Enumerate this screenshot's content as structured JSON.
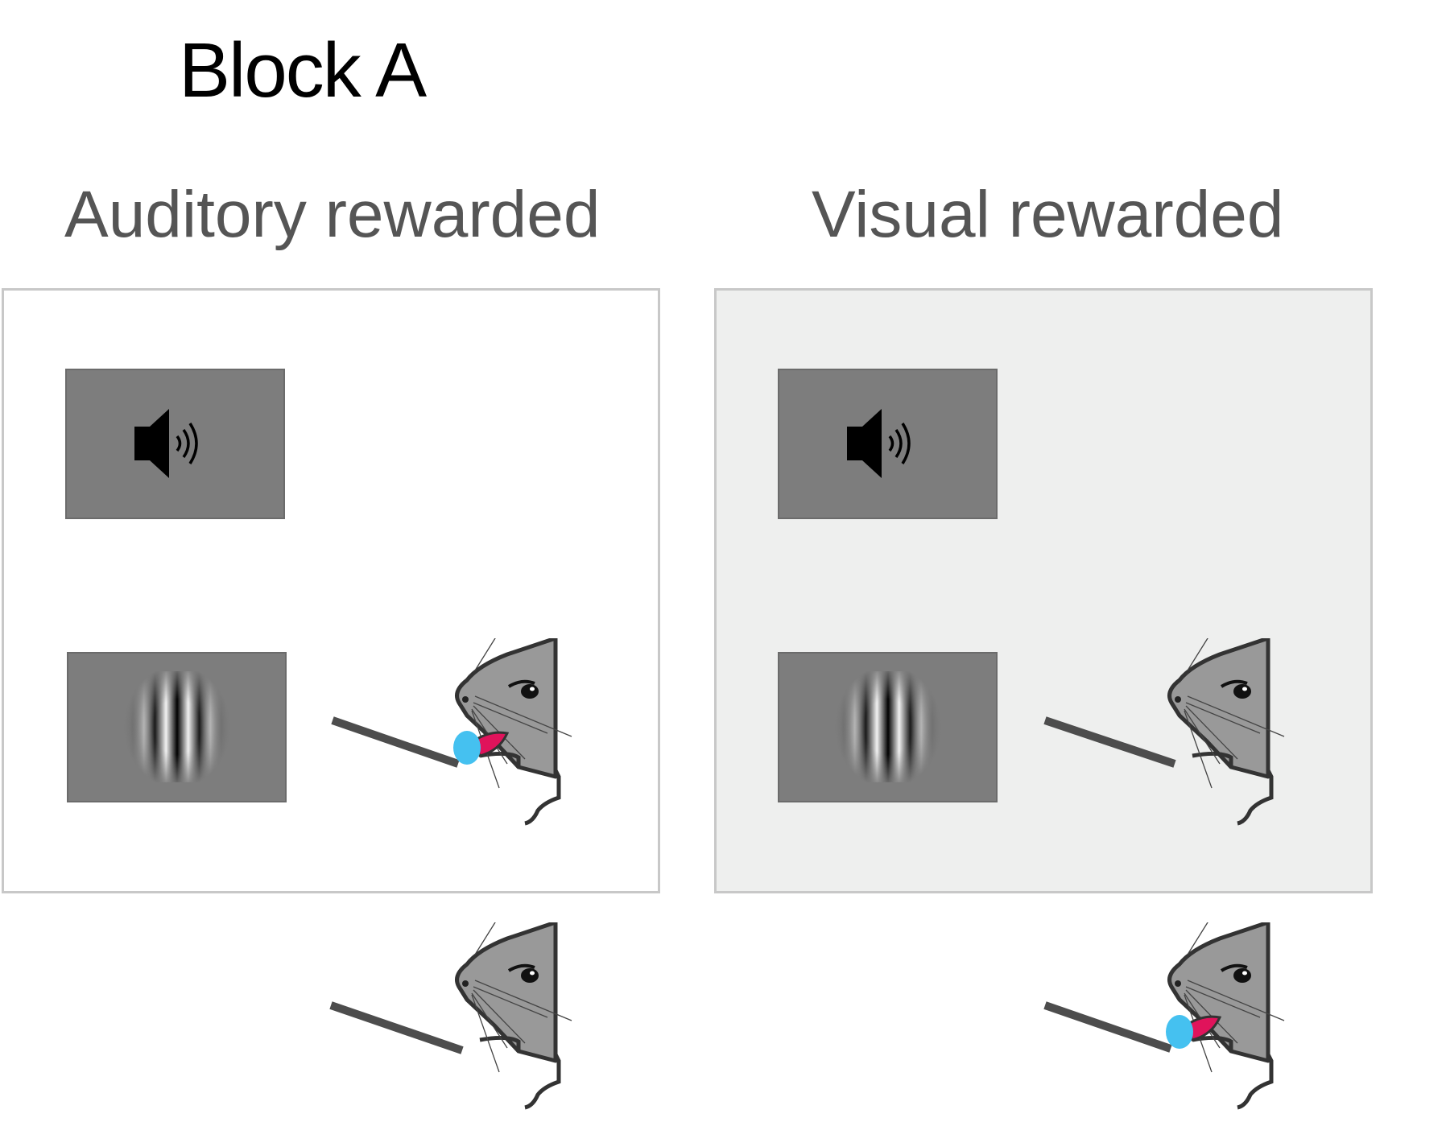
{
  "block_title": "Block A",
  "columns": [
    {
      "title": "Auditory rewarded",
      "rewarded_stimulus": "auditory"
    },
    {
      "title": "Visual rewarded",
      "rewarded_stimulus": "visual"
    }
  ],
  "rows": [
    {
      "stimulus": "sound",
      "icon": "speaker-icon"
    },
    {
      "stimulus": "grating",
      "icon": "gabor-grating"
    }
  ],
  "colors": {
    "stimulus_background": "#7d7d7d",
    "mouse_head": "#999999",
    "outline": "#333333",
    "water_drop": "#45c1f0",
    "tongue": "#e0135b",
    "visual_panel_background": "#eeefee",
    "panel_border": "#c8c8c8"
  }
}
